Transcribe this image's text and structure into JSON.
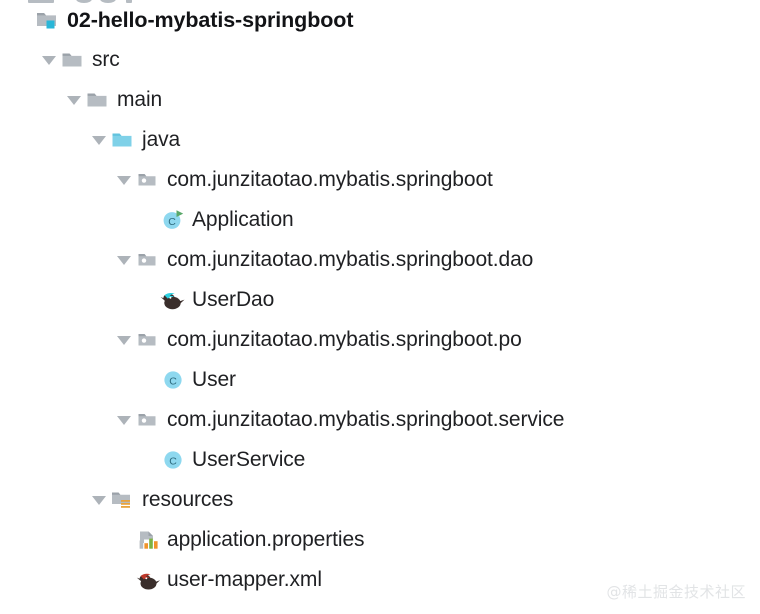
{
  "app": {
    "view": "project-tree",
    "background_color": "#ffffff",
    "text_color": "#1f2023",
    "arrow_color": "#adb3b9"
  },
  "colors": {
    "folder_gray": "#b6bcc2",
    "folder_gray_dark": "#9ba2a9",
    "source_root_blue": "#7fd1e8",
    "source_root_blue_dark": "#62c3de",
    "module_badge_cyan": "#29b6d8",
    "class_circle_blue": "#8ed8ef",
    "class_letter": "#2d6a7d",
    "run_arrow_green": "#59a869",
    "resource_orange": "#e8a33d",
    "properties_bar_orange": "#f0932b",
    "properties_bar_green": "#7cb342",
    "mybatis_bird_dark": "#3a2e2b",
    "mybatis_dao_cyan": "#2fd0e0",
    "mybatis_xml_red": "#c0392b",
    "watermark_color": "#e2e4e6"
  },
  "tree": {
    "nodes": [
      {
        "id": "module-root",
        "label": "02-hello-mybatis-springboot",
        "icon": "module-folder-icon",
        "depth": 0,
        "expanded": true,
        "has_arrow": false,
        "bold": true
      },
      {
        "id": "src",
        "label": "src",
        "icon": "folder-icon",
        "depth": 1,
        "expanded": true,
        "has_arrow": true,
        "bold": false
      },
      {
        "id": "main",
        "label": "main",
        "icon": "folder-icon",
        "depth": 2,
        "expanded": true,
        "has_arrow": true,
        "bold": false
      },
      {
        "id": "java",
        "label": "java",
        "icon": "source-root-folder-icon",
        "depth": 3,
        "expanded": true,
        "has_arrow": true,
        "bold": false
      },
      {
        "id": "pkg-springboot",
        "label": "com.junzitaotao.mybatis.springboot",
        "icon": "package-icon",
        "depth": 4,
        "expanded": true,
        "has_arrow": true,
        "bold": false
      },
      {
        "id": "class-application",
        "label": "Application",
        "icon": "runnable-class-icon",
        "depth": 5,
        "expanded": false,
        "has_arrow": false,
        "bold": false
      },
      {
        "id": "pkg-dao",
        "label": "com.junzitaotao.mybatis.springboot.dao",
        "icon": "package-icon",
        "depth": 4,
        "expanded": true,
        "has_arrow": true,
        "bold": false
      },
      {
        "id": "file-userdao",
        "label": "UserDao",
        "icon": "mybatis-mapper-interface-icon",
        "depth": 5,
        "expanded": false,
        "has_arrow": false,
        "bold": false
      },
      {
        "id": "pkg-po",
        "label": "com.junzitaotao.mybatis.springboot.po",
        "icon": "package-icon",
        "depth": 4,
        "expanded": true,
        "has_arrow": true,
        "bold": false
      },
      {
        "id": "class-user",
        "label": "User",
        "icon": "class-icon",
        "depth": 5,
        "expanded": false,
        "has_arrow": false,
        "bold": false
      },
      {
        "id": "pkg-service",
        "label": "com.junzitaotao.mybatis.springboot.service",
        "icon": "package-icon",
        "depth": 4,
        "expanded": true,
        "has_arrow": true,
        "bold": false
      },
      {
        "id": "class-userservice",
        "label": "UserService",
        "icon": "class-icon",
        "depth": 5,
        "expanded": false,
        "has_arrow": false,
        "bold": false
      },
      {
        "id": "resources",
        "label": "resources",
        "icon": "resource-root-folder-icon",
        "depth": 3,
        "expanded": true,
        "has_arrow": true,
        "bold": false
      },
      {
        "id": "file-application-properties",
        "label": "application.properties",
        "icon": "properties-file-icon",
        "depth": 4,
        "expanded": false,
        "has_arrow": false,
        "bold": false
      },
      {
        "id": "file-user-mapper-xml",
        "label": "user-mapper.xml",
        "icon": "mybatis-mapper-xml-icon",
        "depth": 4,
        "expanded": false,
        "has_arrow": false,
        "bold": false
      }
    ]
  },
  "watermark": {
    "text": "@稀土掘金技术社区"
  }
}
